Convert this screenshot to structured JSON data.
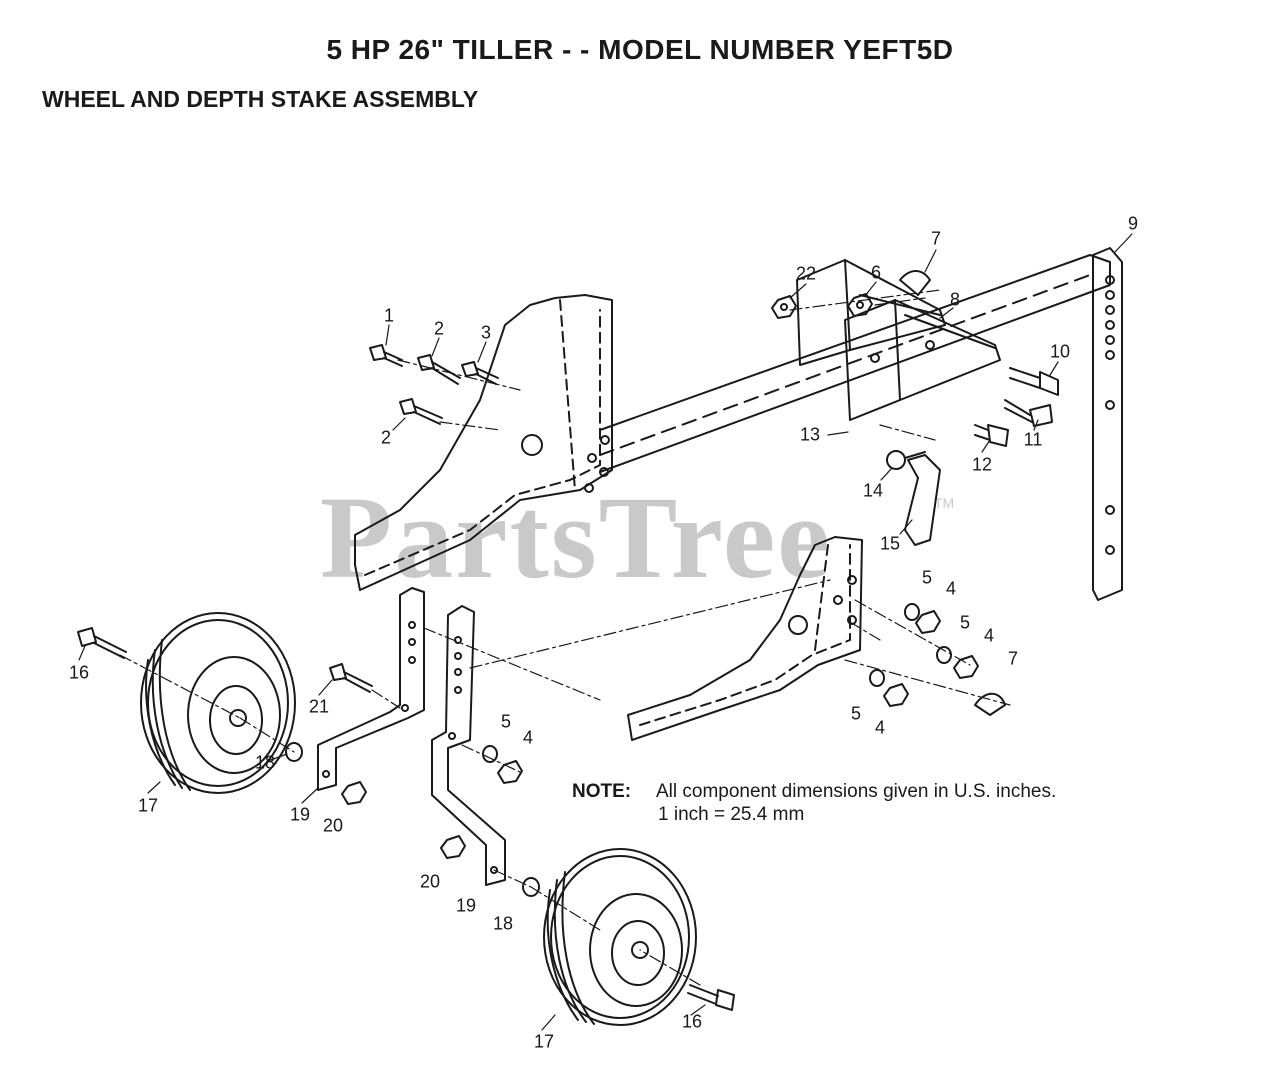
{
  "header": {
    "title": "5 HP 26\" TILLER - - MODEL NUMBER YEFT5D",
    "subtitle": "WHEEL AND DEPTH STAKE ASSEMBLY"
  },
  "watermark": {
    "text": "PartsTree",
    "mark": "TM"
  },
  "note": {
    "label": "NOTE:",
    "line1": "All component dimensions given in U.S. inches.",
    "line2": "1 inch = 25.4 mm"
  },
  "callouts": [
    {
      "id": "c1",
      "label": "1"
    },
    {
      "id": "c2a",
      "label": "2"
    },
    {
      "id": "c3",
      "label": "3"
    },
    {
      "id": "c2b",
      "label": "2"
    },
    {
      "id": "c22",
      "label": "22"
    },
    {
      "id": "c6",
      "label": "6"
    },
    {
      "id": "c7a",
      "label": "7"
    },
    {
      "id": "c8",
      "label": "8"
    },
    {
      "id": "c9",
      "label": "9"
    },
    {
      "id": "c10",
      "label": "10"
    },
    {
      "id": "c11",
      "label": "11"
    },
    {
      "id": "c12",
      "label": "12"
    },
    {
      "id": "c13",
      "label": "13"
    },
    {
      "id": "c14",
      "label": "14"
    },
    {
      "id": "c15",
      "label": "15"
    },
    {
      "id": "c5a",
      "label": "5"
    },
    {
      "id": "c4a",
      "label": "4"
    },
    {
      "id": "c5b",
      "label": "5"
    },
    {
      "id": "c4b",
      "label": "4"
    },
    {
      "id": "c7b",
      "label": "7"
    },
    {
      "id": "c5c",
      "label": "5"
    },
    {
      "id": "c4c",
      "label": "4"
    },
    {
      "id": "c16a",
      "label": "16"
    },
    {
      "id": "c21",
      "label": "21"
    },
    {
      "id": "c5d",
      "label": "5"
    },
    {
      "id": "c4d",
      "label": "4"
    },
    {
      "id": "c18a",
      "label": "18"
    },
    {
      "id": "c17a",
      "label": "17"
    },
    {
      "id": "c19a",
      "label": "19"
    },
    {
      "id": "c20a",
      "label": "20"
    },
    {
      "id": "c20b",
      "label": "20"
    },
    {
      "id": "c19b",
      "label": "19"
    },
    {
      "id": "c18b",
      "label": "18"
    },
    {
      "id": "c16b",
      "label": "16"
    },
    {
      "id": "c17b",
      "label": "17"
    }
  ]
}
